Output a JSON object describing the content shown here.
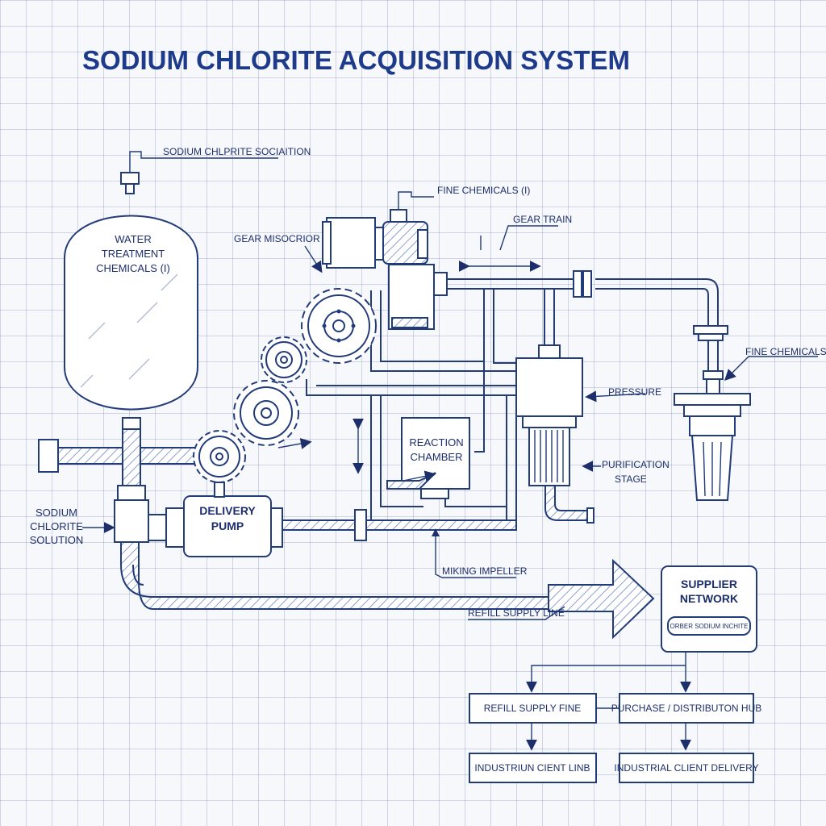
{
  "title": "SODIUM CHLORITE ACQUISITION SYSTEM",
  "labels": {
    "top_valve": "SODIUM CHLPRITE SOCIAITION",
    "tank_line1": "WATER",
    "tank_line2": "TREATMENT",
    "tank_line3": "CHEMICALS (I)",
    "gear_misocrior": "GEAR MISOCRIOR",
    "fine_chem_top": "FINE CHEMICALS (I)",
    "gear_train": "GEAR TRAIN",
    "fine_chem_right": "FINE CHEMICALS (I)",
    "pressure": "PRESSURE",
    "reaction_line1": "REACTION",
    "reaction_line2": "CHAMBER",
    "purification_line1": "PURIFICATION",
    "purification_line2": "STAGE",
    "sodium_line1": "SODIUM",
    "sodium_line2": "CHLORITE",
    "sodium_line3": "SOLUTION",
    "delivery_line1": "DELIVERY",
    "delivery_line2": "PUMP",
    "mixing_impeller": "MIKING IMPELLER",
    "refill_supply_line": "REFILL SUPPLY LINE"
  },
  "supplier": {
    "line1": "SUPPLIER",
    "line2": "NETWORK",
    "button": "ORBER SODIUM INCHITE"
  },
  "flow": {
    "box1": "REFILL SUPPLY FINE",
    "box2": "PURCHASE / DISTRIBUTON HUB",
    "box3": "INDUSTRIUN CIENT LINB",
    "box4": "INDUSTRIAL CLIENT DELIVERY"
  }
}
